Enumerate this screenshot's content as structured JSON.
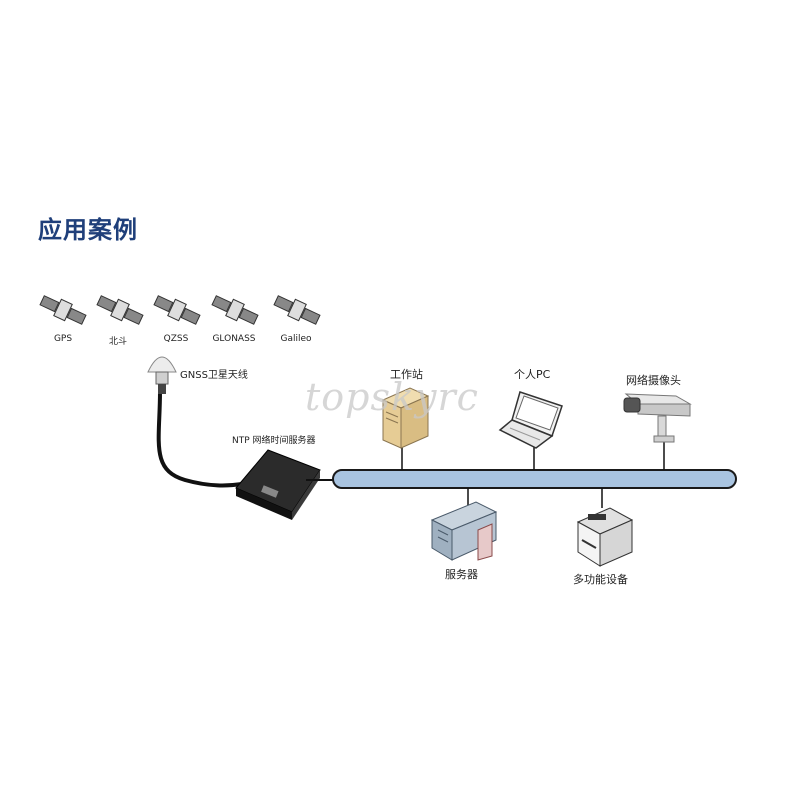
{
  "title": "应用案例",
  "satellites": [
    {
      "label": "GPS"
    },
    {
      "label": "北斗"
    },
    {
      "label": "QZSS"
    },
    {
      "label": "GLONASS"
    },
    {
      "label": "Galileo"
    }
  ],
  "antenna_label": "GNSS卫星天线",
  "ntp_label": "NTP 网络时间服务器",
  "devices": {
    "workstation": "工作站",
    "pc": "个人PC",
    "camera": "网络摄像头",
    "server": "服务器",
    "mfp": "多功能设备"
  },
  "watermark": "topskyrc",
  "colors": {
    "title": "#1f3f7a",
    "bus": "#a9c4e0",
    "bus_stroke": "#1a1a1a"
  }
}
